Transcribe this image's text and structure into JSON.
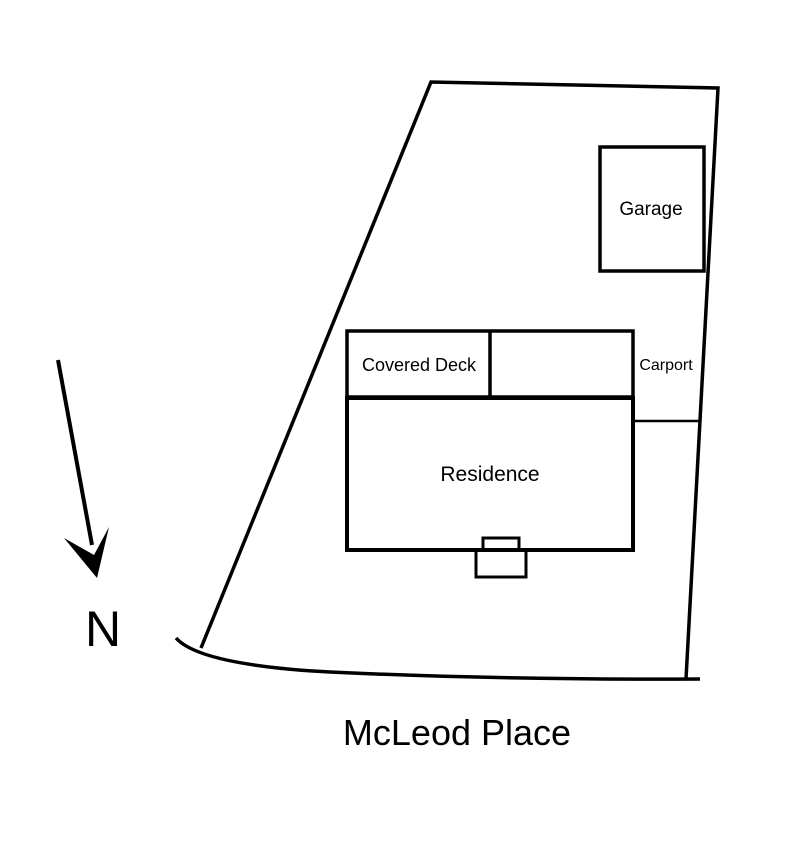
{
  "diagram": {
    "labels": {
      "garage": "Garage",
      "covered_deck": "Covered Deck",
      "carport": "Carport",
      "residence": "Residence",
      "street": "McLeod Place",
      "north": "N"
    }
  }
}
